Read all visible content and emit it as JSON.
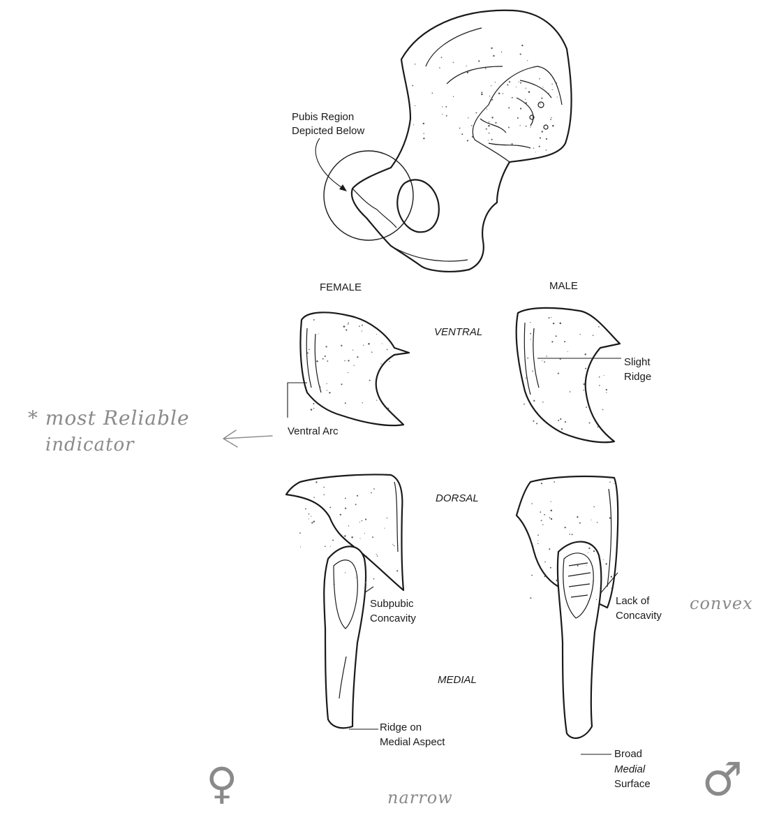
{
  "labels": {
    "pubis_region": "Pubis Region",
    "depicted_below": "Depicted Below",
    "female": "FEMALE",
    "male": "MALE",
    "ventral": "VENTRAL",
    "dorsal": "DORSAL",
    "medial": "MEDIAL",
    "ventral_arc": "Ventral Arc",
    "slight": "Slight",
    "ridge": "Ridge",
    "subpubic": "Subpubic",
    "concavity_f": "Concavity",
    "lack_of": "Lack of",
    "concavity_m": "Concavity",
    "ridge_on": "Ridge on",
    "medial_aspect": "Medial Aspect",
    "broad": "Broad",
    "medial_word": "Medial",
    "surface": "Surface"
  },
  "handwritten": {
    "most_reliable": "* most Reliable",
    "indicator": "indicator",
    "convex": "convex",
    "narrow": "narrow",
    "female_symbol": "♀",
    "male_symbol": "♂"
  }
}
